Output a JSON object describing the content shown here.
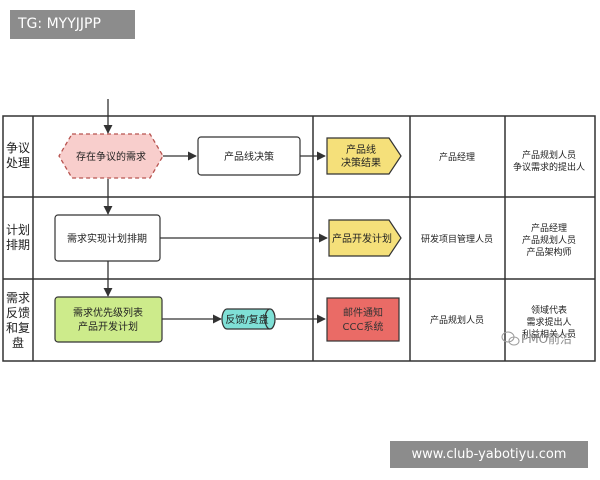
{
  "top_tag": "TG: MYYJJPP",
  "bottom_watermark": "www.club-yabotiyu.com",
  "source_mark": "PMO前沿",
  "rows": {
    "dispute": [
      "争议",
      "处理"
    ],
    "plan": [
      "计划",
      "排期"
    ],
    "feedback": [
      "需求",
      "反馈",
      "和复",
      "盘"
    ]
  },
  "nodes": {
    "disputed_demand": "存在争议的需求",
    "line_decision": "产品线决策",
    "decision_result": [
      "产品线",
      "决策结果"
    ],
    "plan_schedule": "需求实现计划排期",
    "dev_plan": "产品开发计划",
    "priority_list": [
      "需求优先级列表",
      "产品开发计划"
    ],
    "feedback_review": "反馈/复盘",
    "mail_notice": [
      "邮件通知",
      "CCC系统"
    ]
  },
  "roles": {
    "dispute_owner": [
      "产品经理"
    ],
    "dispute_participants": [
      "产品规划人员",
      "争议需求的提出人"
    ],
    "plan_owner": [
      "研发项目管理人员"
    ],
    "plan_participants": [
      "产品经理",
      "产品规划人员",
      "产品架构师"
    ],
    "feedback_owner": [
      "产品规划人员"
    ],
    "feedback_participants": [
      "领域代表",
      "需求提出人",
      "利益相关人员"
    ]
  },
  "colors": {
    "pink": "#f8cecc",
    "pink_border": "#b85450",
    "yellow": "#fff2cc",
    "gold": "#f5e07a",
    "green": "#cdeb8b",
    "cyan": "#7fe0d6",
    "red": "#ea6b66",
    "line": "#333333"
  }
}
